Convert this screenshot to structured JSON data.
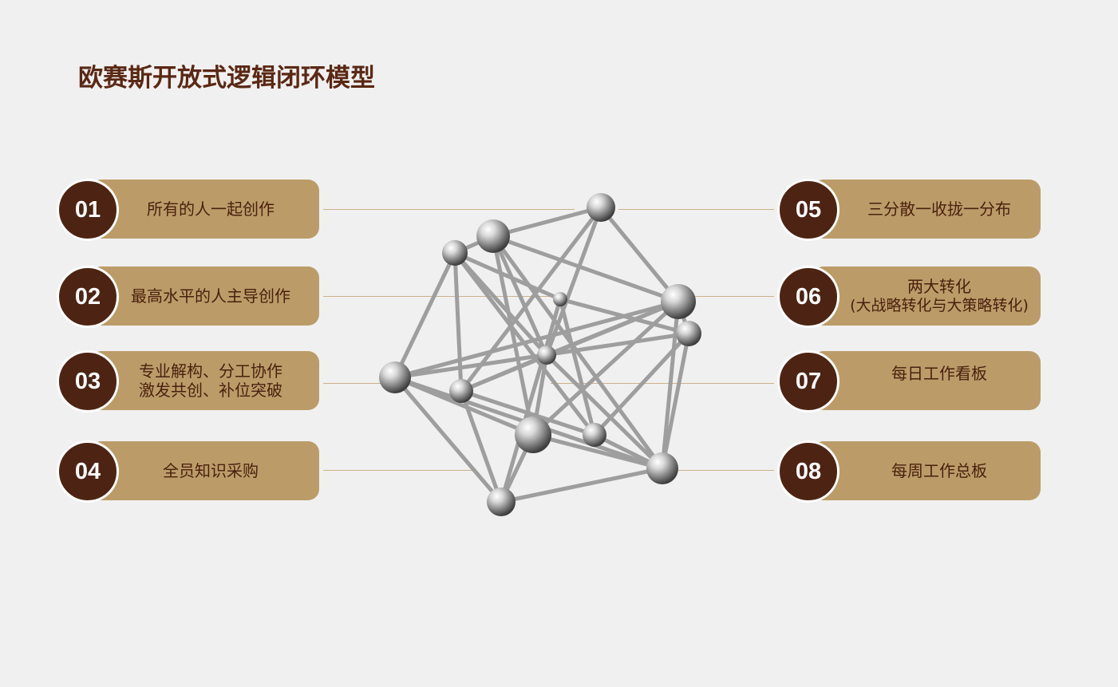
{
  "title": "欧赛斯开放式逻辑闭环模型",
  "colors": {
    "badge": "#4d2414",
    "pill": "#bb9c69",
    "title": "#5a2814",
    "text": "#4a1f0d",
    "background": "#f1f0f0"
  },
  "icons": {
    "center_graphic": "metal-molecule-lattice-icon"
  },
  "items_left": [
    {
      "num": "01",
      "lines": [
        "所有的人一起创作"
      ]
    },
    {
      "num": "02",
      "lines": [
        "最高水平的人主导创作"
      ]
    },
    {
      "num": "03",
      "lines": [
        "专业解构、分工协作",
        "激发共创、补位突破"
      ]
    },
    {
      "num": "04",
      "lines": [
        "全员知识采购"
      ]
    }
  ],
  "items_right": [
    {
      "num": "05",
      "lines": [
        "三分散一收拢一分布"
      ]
    },
    {
      "num": "06",
      "lines": [
        "两大转化",
        "(大战略转化与大策略转化)"
      ]
    },
    {
      "num": "07",
      "lines": [
        "每日工作看板"
      ]
    },
    {
      "num": "08",
      "lines": [
        "每周工作总板"
      ]
    }
  ]
}
